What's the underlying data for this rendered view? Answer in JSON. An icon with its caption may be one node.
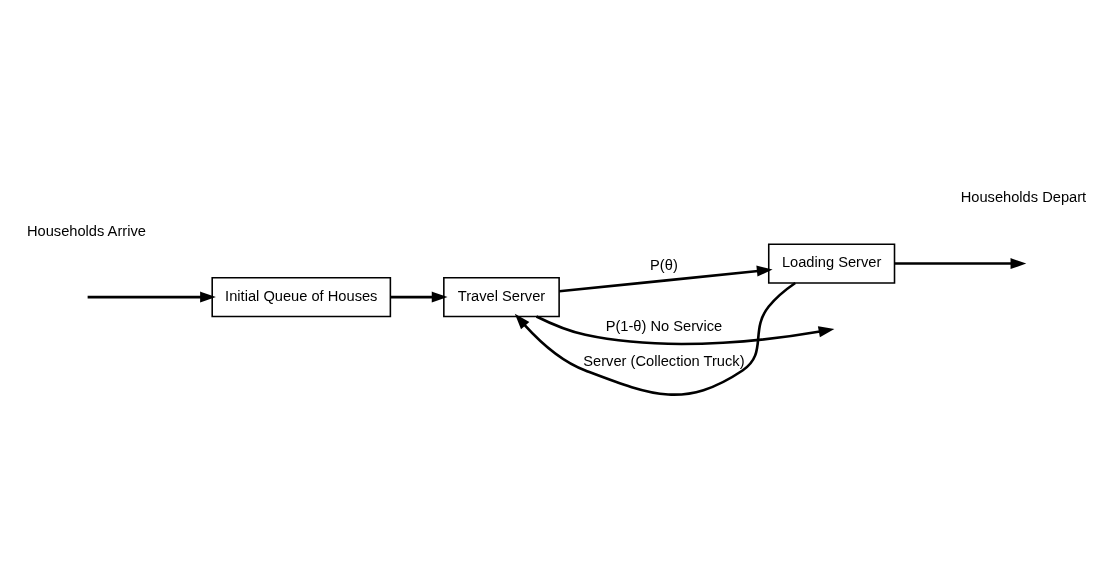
{
  "diagram": {
    "nodes": [
      {
        "text": [
          "Initial Queue of Houses"
        ]
      },
      {
        "text": [
          "Travel Server"
        ]
      },
      {
        "text": [
          "Loading Server"
        ]
      }
    ],
    "edges": [
      {
        "from": null,
        "to": 0,
        "arrow": "to"
      },
      {
        "from": 0,
        "to": 1,
        "arrow": "to"
      },
      {
        "from": 1,
        "to": 2,
        "arrow": "to",
        "label": "P(θ)"
      },
      {
        "from": 1,
        "to": null,
        "arrow": "to",
        "label": "P(1-θ) No Service"
      },
      {
        "from": 2,
        "to": null,
        "arrow": "to"
      },
      {
        "from": 2,
        "to": 1,
        "arrow": "to",
        "label": "Server (Collection Truck)"
      }
    ],
    "labels": [
      "Households Arrive",
      "Households Depart"
    ]
  }
}
